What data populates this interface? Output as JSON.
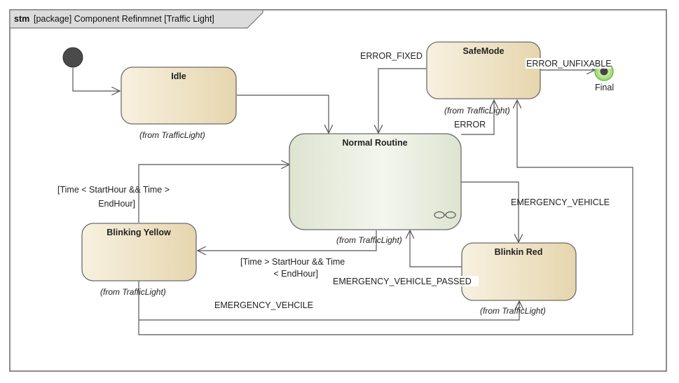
{
  "frame": {
    "keyword": "stm",
    "title": "[package] Component Refinmnet [Traffic Light]"
  },
  "states": {
    "idle": {
      "name": "Idle",
      "from": "(from TrafficLight)"
    },
    "normal_routine": {
      "name": "Normal Routine",
      "from": "(from TrafficLight)"
    },
    "safe_mode": {
      "name": "SafeMode",
      "from": "(from TrafficLight)"
    },
    "blinking_yellow": {
      "name": "Blinking Yellow",
      "from": "(from TrafficLight)"
    },
    "blinkin_red": {
      "name": "Blinkin Red",
      "from": "(from TrafficLight)"
    },
    "final": {
      "name": "Final"
    }
  },
  "transitions": {
    "error_fixed": "ERROR_FIXED",
    "error_unfixable": "ERROR_UNFIXABLE",
    "error": "ERROR",
    "emergency_vehicle": "EMERGENCY_VEHICLE",
    "emergency_vehicle_passed": "EMERGENCY_VEHICLE_PASSED",
    "emergency_vehcile": "EMERGENCY_VEHCILE",
    "guard_to_normal_line1": "[Time < StartHour && Time >",
    "guard_to_normal_line2": "EndHour]",
    "guard_to_yellow_line1": "[Time > StartHour && Time",
    "guard_to_yellow_line2": "< EndHour]"
  },
  "colors": {
    "state_fill_dark": "#e6d6ae",
    "state_fill_light": "#f8f1e0",
    "normal_fill_dark": "#dde4cf",
    "normal_fill_light": "#f4f6ee",
    "frame_header": "#dcdcdc",
    "initial_node": "#4a4a4a",
    "final_ring": "#9bd36a"
  }
}
